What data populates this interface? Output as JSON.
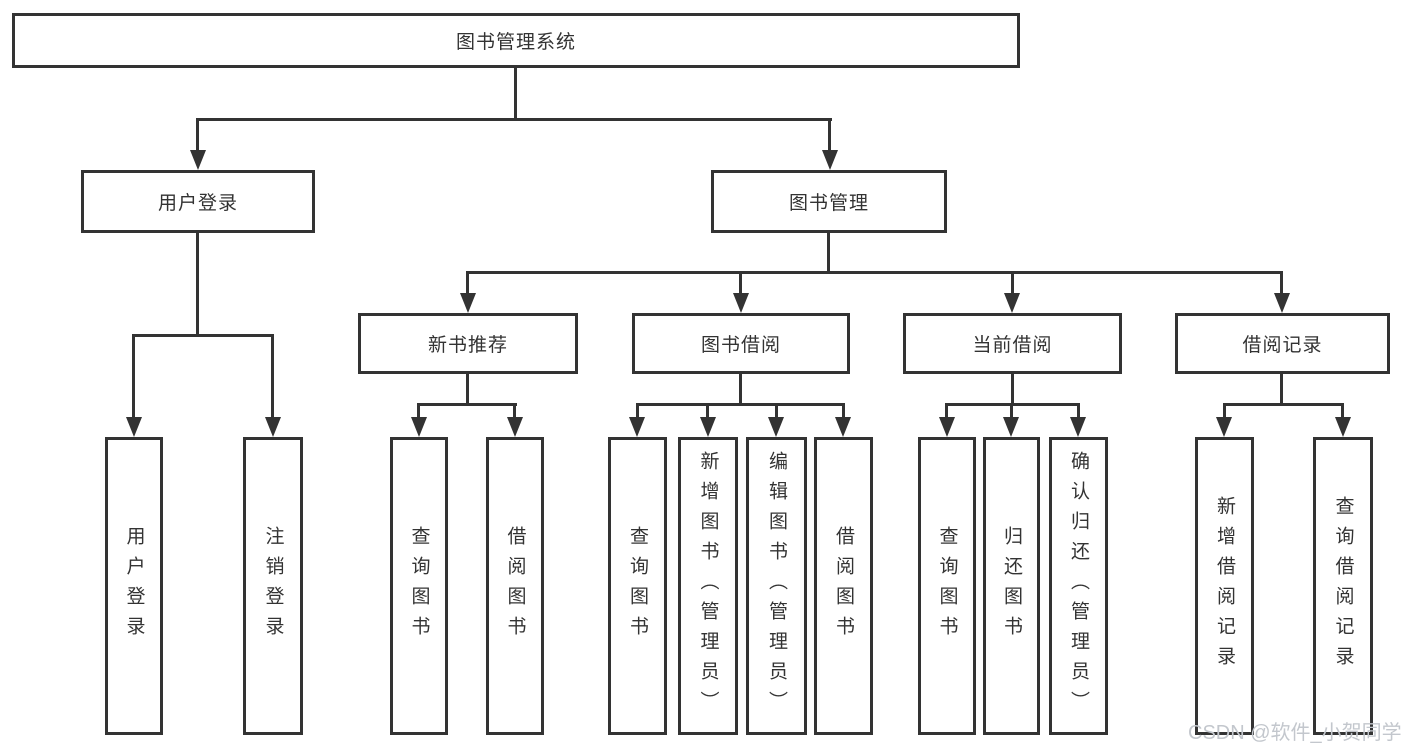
{
  "diagram_title": "图书管理系统",
  "watermark": "CSDN @软件_小贺同学",
  "colors": {
    "line": "#333333",
    "text": "#333333",
    "background": "#ffffff",
    "watermark": "#c3c7cd"
  },
  "tree": {
    "root": {
      "label": "图书管理系统",
      "children": [
        {
          "label": "用户登录",
          "children": [
            {
              "label": "用户登录"
            },
            {
              "label": "注销登录"
            }
          ]
        },
        {
          "label": "图书管理",
          "children": [
            {
              "label": "新书推荐",
              "children": [
                {
                  "label": "查询图书"
                },
                {
                  "label": "借阅图书"
                }
              ]
            },
            {
              "label": "图书借阅",
              "children": [
                {
                  "label": "查询图书"
                },
                {
                  "label": "新增图书（管理员）"
                },
                {
                  "label": "编辑图书（管理员）"
                },
                {
                  "label": "借阅图书"
                }
              ]
            },
            {
              "label": "当前借阅",
              "children": [
                {
                  "label": "查询图书"
                },
                {
                  "label": "归还图书"
                },
                {
                  "label": "确认归还（管理员）"
                }
              ]
            },
            {
              "label": "借阅记录",
              "children": [
                {
                  "label": "新增借阅记录"
                },
                {
                  "label": "查询借阅记录"
                }
              ]
            }
          ]
        }
      ]
    }
  }
}
